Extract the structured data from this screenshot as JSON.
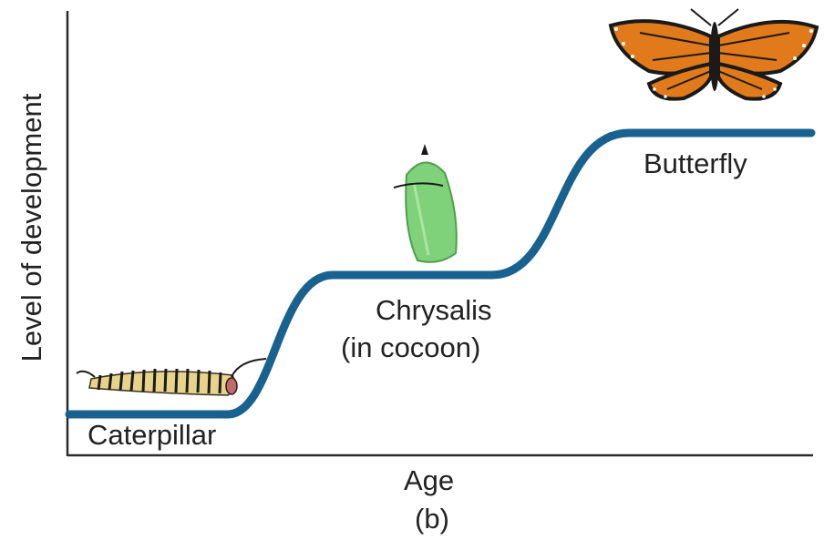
{
  "axes": {
    "ylabel": "Level of development",
    "xlabel": "Age"
  },
  "caption": "(b)",
  "stages": [
    {
      "name": "Caterpillar",
      "illustration": "caterpillar-illustration"
    },
    {
      "name": "Chrysalis",
      "subtitle": "(in cocoon)",
      "illustration": "chrysalis-illustration"
    },
    {
      "name": "Butterfly",
      "illustration": "monarch-butterfly-illustration"
    }
  ],
  "colors": {
    "curve": "#19628f",
    "axis": "#222222",
    "chrysalis": "#7fd17a",
    "butterfly_orange": "#e07a1a",
    "caterpillar_yellow": "#e8d38a"
  }
}
